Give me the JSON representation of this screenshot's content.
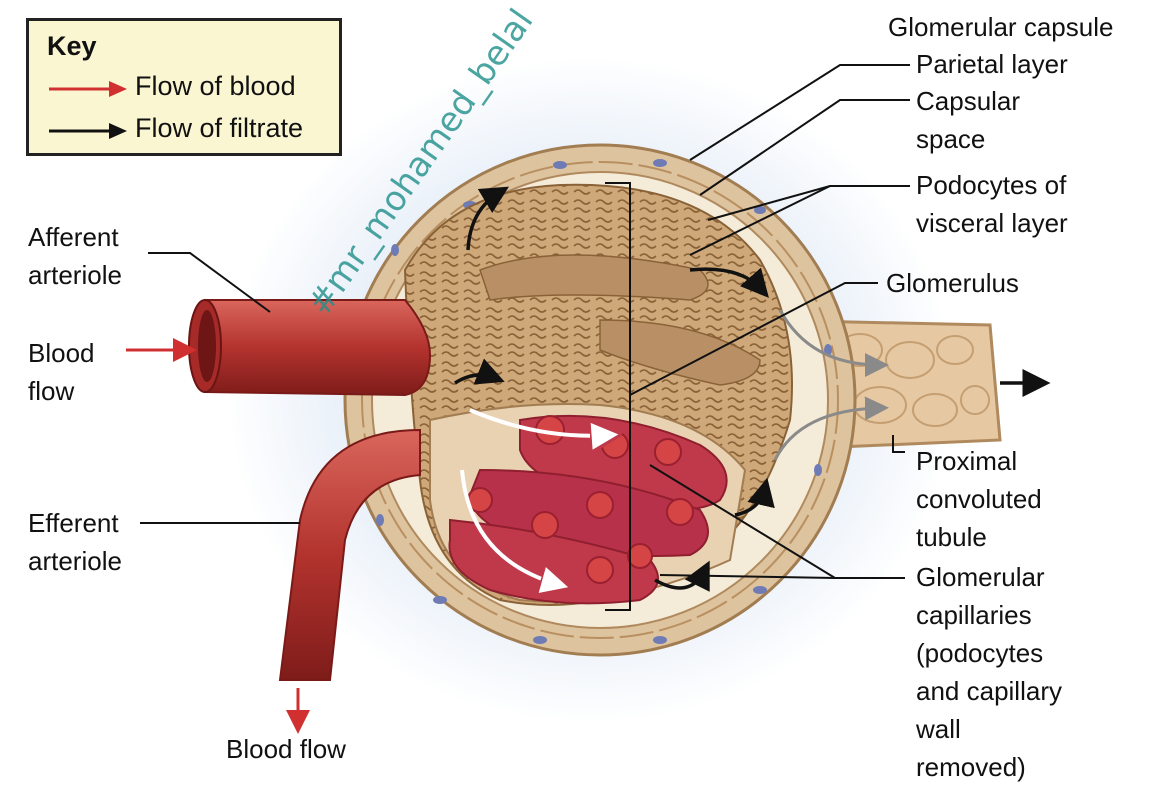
{
  "key": {
    "title": "Key",
    "blood_flow": "Flow of blood",
    "filtrate_flow": "Flow of filtrate"
  },
  "labels": {
    "glomerular_capsule": "Glomerular capsule",
    "parietal_layer": "Parietal layer",
    "capsular_space": "Capsular\nspace",
    "podocytes": "Podocytes of\nvisceral layer",
    "glomerulus": "Glomerulus",
    "pct": "Proximal\nconvoluted\ntubule",
    "capillaries": "Glomerular\ncapillaries\n(podocytes\nand capillary\nwall\nremoved)",
    "afferent": "Afferent\narteriole",
    "blood_flow_in": "Blood\nflow",
    "efferent": "Efferent\narteriole",
    "blood_flow_out": "Blood flow"
  },
  "watermark": "#mr_mohamed_belal",
  "colors": {
    "blood_arrow": "#d03030",
    "filtrate_arrow": "#111111",
    "vessel": "#b3332e",
    "capsule_tissue": "#c8a37a",
    "capillary": "#c0394a",
    "key_background": "#fbf6d2"
  }
}
